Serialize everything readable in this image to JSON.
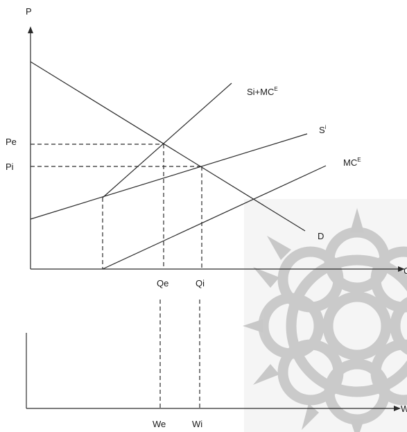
{
  "colors": {
    "line": "#2a2a2a",
    "watermark": "#c8c8c8",
    "watermark_bg": "#f5f5f5"
  },
  "top_graph": {
    "y_axis_label": "P",
    "x_axis_label": "Q",
    "price_levels": {
      "pe": "Pe",
      "pi": "Pi"
    },
    "quantity_levels": {
      "qe": "Qe",
      "qi": "Qi"
    },
    "curves": {
      "si_mce": {
        "base": "Si+MC",
        "sup": "E"
      },
      "si": {
        "base": "S",
        "sup": "i"
      },
      "mce": {
        "base": "MC",
        "sup": "E"
      },
      "demand": {
        "base": "D"
      }
    }
  },
  "bottom_graph": {
    "x_axis_label": "W",
    "levels": {
      "we": "We",
      "wi": "Wi"
    }
  },
  "watermark": {
    "icon": "ornamental-star-watermark"
  }
}
